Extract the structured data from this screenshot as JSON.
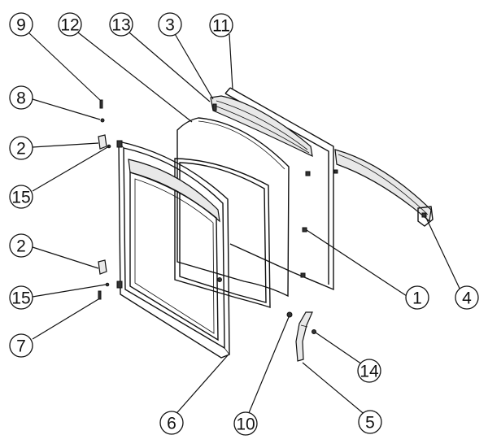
{
  "diagram": {
    "callouts": [
      {
        "id": "c9",
        "label": "9"
      },
      {
        "id": "c12",
        "label": "12"
      },
      {
        "id": "c13",
        "label": "13"
      },
      {
        "id": "c3",
        "label": "3"
      },
      {
        "id": "c11",
        "label": "11"
      },
      {
        "id": "c8",
        "label": "8"
      },
      {
        "id": "c2a",
        "label": "2"
      },
      {
        "id": "c15a",
        "label": "15"
      },
      {
        "id": "c2b",
        "label": "2"
      },
      {
        "id": "c15b",
        "label": "15"
      },
      {
        "id": "c7",
        "label": "7"
      },
      {
        "id": "c1",
        "label": "1"
      },
      {
        "id": "c4",
        "label": "4"
      },
      {
        "id": "c14",
        "label": "14"
      },
      {
        "id": "c6",
        "label": "6"
      },
      {
        "id": "c10",
        "label": "10"
      },
      {
        "id": "c5",
        "label": "5"
      }
    ]
  }
}
